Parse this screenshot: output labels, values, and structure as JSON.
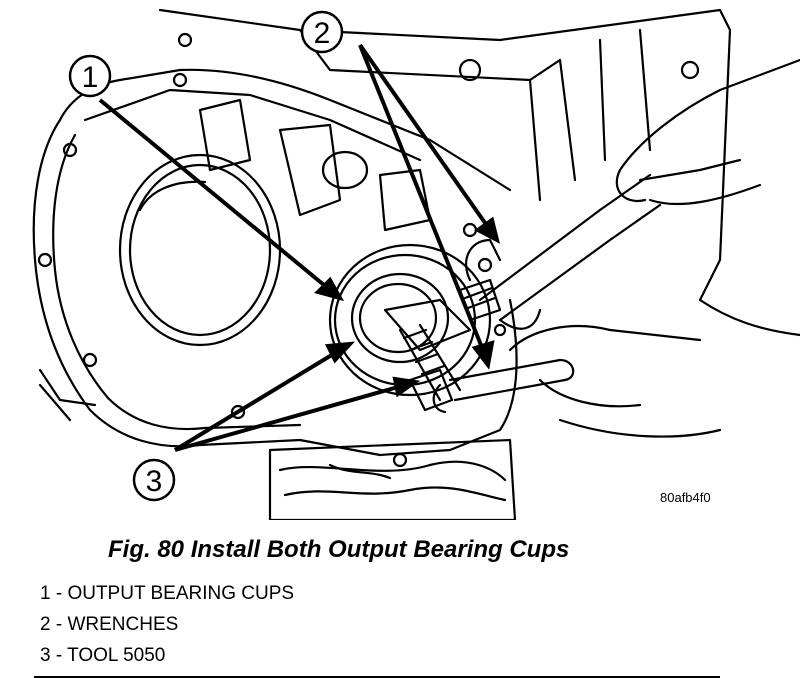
{
  "figure": {
    "callouts": [
      "1",
      "2",
      "3"
    ],
    "image_code": "80afb4f0"
  },
  "caption": "Fig. 80 Install Both Output Bearing Cups",
  "legend": [
    "1 - OUTPUT BEARING CUPS",
    "2 - WRENCHES",
    "3 - TOOL 5050"
  ]
}
